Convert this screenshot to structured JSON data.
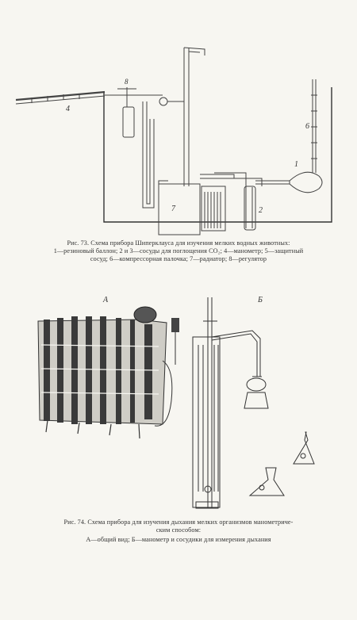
{
  "figure73": {
    "labels": {
      "n1": "1",
      "n2": "2",
      "n4": "4",
      "n6": "6",
      "n7": "7",
      "n8": "8"
    },
    "caption": [
      "Рис. 73. Схема прибора Шиперклауса для изучения мелких водных животных:",
      "1—резиновый баллон; 2 и 3—сосуды для поглощения CO₂; 4—манометр; 5—защитный",
      "сосуд; 6—компрессорная палочка; 7—радиатор; 8—регулятор"
    ]
  },
  "figure74": {
    "labels": {
      "A": "А",
      "B": "Б"
    },
    "caption": [
      "Рис. 74. Схема прибора для изучения дыхания мелких организмов манометриче-",
      "ским способом:"
    ],
    "legend": "А—общий вид; Б—манометр и сосудики для измерения дыхания"
  }
}
